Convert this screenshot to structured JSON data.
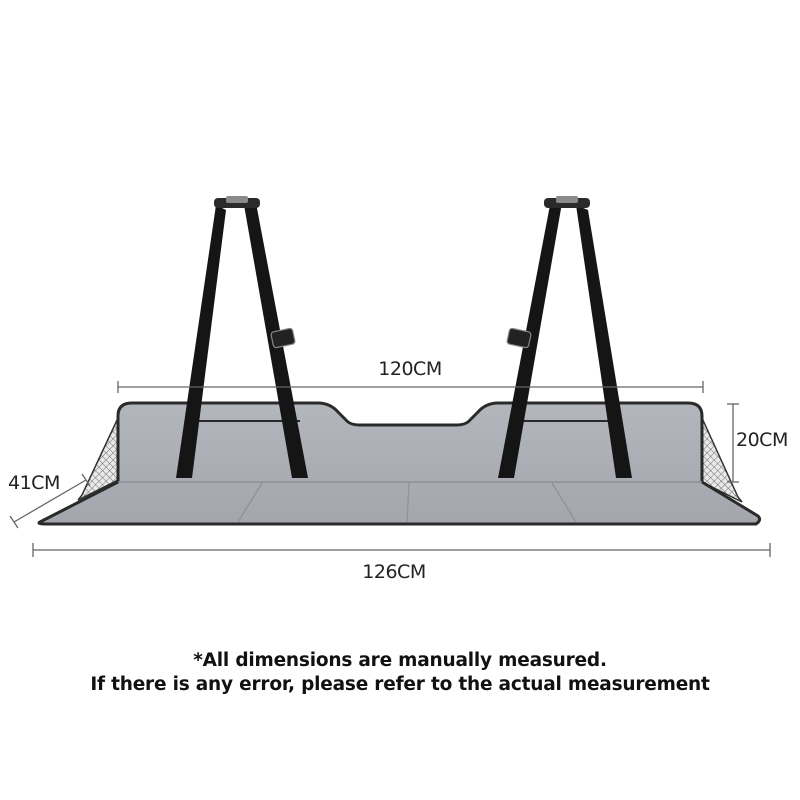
{
  "dimensions": {
    "top_width": "120CM",
    "bottom_width": "126CM",
    "side_height": "20CM",
    "depth": "41CM"
  },
  "notes": {
    "line1": "*All dimensions are manually measured.",
    "line2": "If there is any error, please refer to the actual measurement"
  },
  "colors": {
    "mat_fill": "#a9acb3",
    "mat_edge": "#2a2a2a",
    "strap": "#151515",
    "dim_line": "#666666"
  }
}
